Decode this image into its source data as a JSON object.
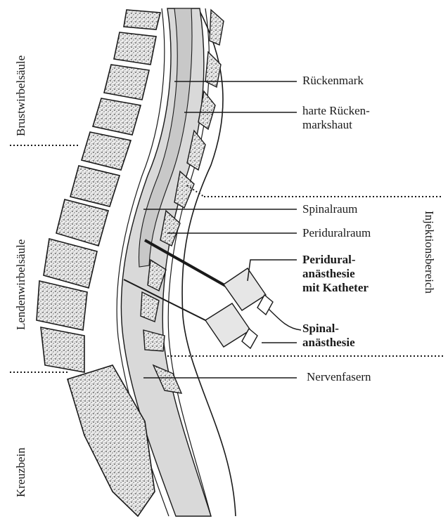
{
  "regions": {
    "thoracic": "Brustwirbelsäule",
    "lumbar": "Lendenwirbelsäule",
    "sacrum": "Kreuzbein",
    "injection_area": "Injektionsbereich"
  },
  "labels": {
    "spinal_cord": "Rückenmark",
    "dura_mater": "harte Rücken-\nmarkshaut",
    "spinal_space": "Spinalraum",
    "epidural_space": "Periduralraum",
    "epidural_anesthesia": "Peridural-\nanästhesie\nmit Katheter",
    "spinal_anesthesia": "Spinal-\nanästhesie",
    "nerve_fibers": "Nervenfasern"
  },
  "colors": {
    "ink": "#1a1a1a",
    "canal_fill": "#d9d9d9",
    "bone_fill": "#e6e6e6",
    "bone_speckle": "#555555"
  }
}
